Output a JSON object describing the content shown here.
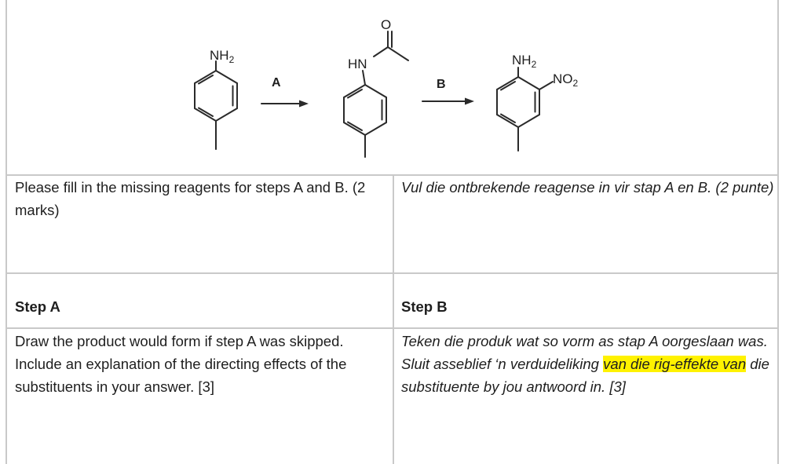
{
  "scheme": {
    "reactant": {
      "substituent": "NH",
      "sub": "2"
    },
    "intermediate": {
      "substituent": "HN",
      "carbonyl_o": "O"
    },
    "product": {
      "amine": "NH",
      "amine_sub": "2",
      "nitro": "NO",
      "nitro_sub": "2"
    },
    "arrow_a_label": "A",
    "arrow_b_label": "B"
  },
  "row1": {
    "en": "Please fill in the missing reagents for steps A and B. (2 marks)",
    "af": "Vul die ontbrekende reagense in vir stap A en B. (2 punte)"
  },
  "row2": {
    "en": "Step A",
    "af": "Step B"
  },
  "row3": {
    "en": "Draw the product would form if step A was skipped. Include an explanation of the directing effects of the substituents in your answer. [3]",
    "af_before": "Teken die produk wat so vorm as stap A oorgeslaan was. Sluit asseblief ‘n verduideliking ",
    "af_highlight": "van die rig-effekte van",
    "af_after": " die substituente by jou antwoord in. [3]"
  }
}
